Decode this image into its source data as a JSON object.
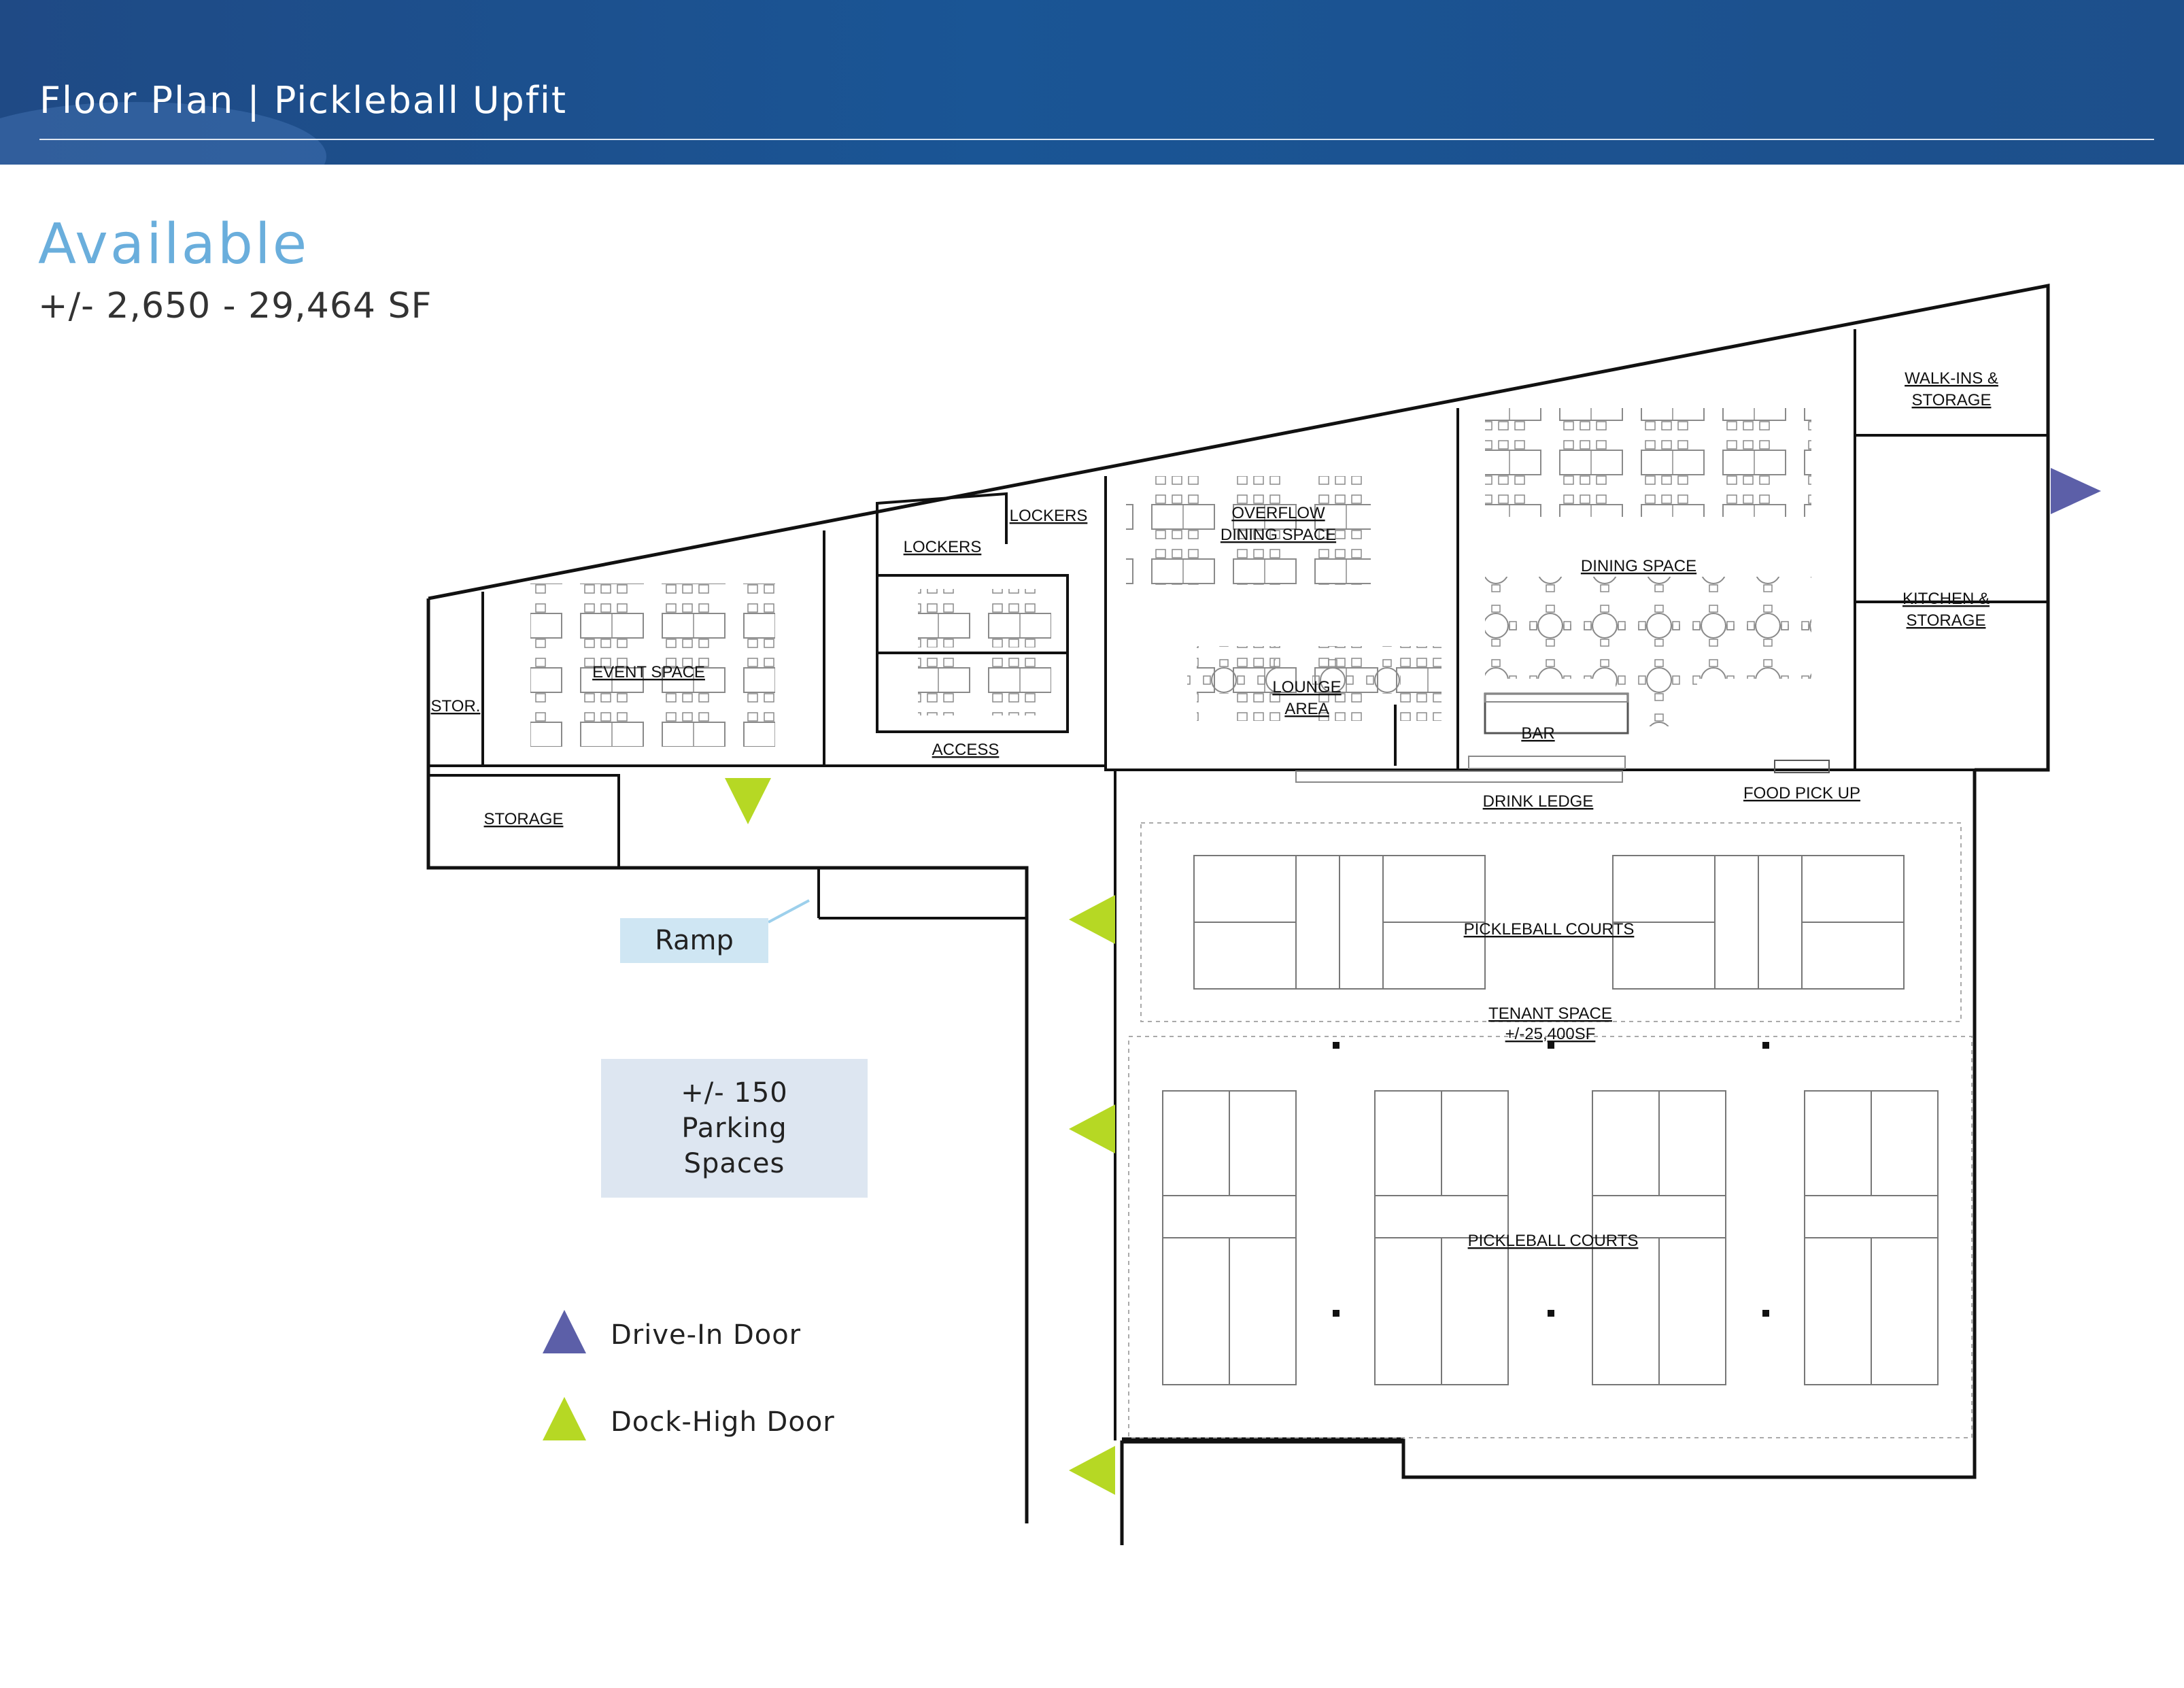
{
  "header": {
    "title": "Floor Plan | Pickleball Upfit"
  },
  "availability": {
    "heading": "Available",
    "square_footage": "+/- 2,650 - 29,464 SF"
  },
  "rooms": {
    "walkins": [
      "WALK-INS &",
      "STORAGE"
    ],
    "kitchen": [
      "KITCHEN &",
      "STORAGE"
    ],
    "lockers_upper": "LOCKERS",
    "lockers_lower": "LOCKERS",
    "overflow": [
      "OVERFLOW",
      "DINING SPACE"
    ],
    "dining": "DINING SPACE",
    "event": "EVENT SPACE",
    "lounge": [
      "LOUNGE",
      "AREA"
    ],
    "stor": "STOR.",
    "bar": "BAR",
    "access": "ACCESS",
    "storage": "STORAGE",
    "drink_ledge": "DRINK LEDGE",
    "food_pickup": "FOOD PICK UP",
    "courts_upper": "PICKLEBALL COURTS",
    "tenant": [
      "TENANT SPACE",
      "+/-25,400SF"
    ],
    "courts_lower": "PICKLEBALL COURTS"
  },
  "callouts": {
    "ramp": "Ramp",
    "parking": "+/- 150 Parking Spaces"
  },
  "legend": {
    "drive_in": "Drive-In Door",
    "dock_high": "Dock-High Door"
  },
  "colors": {
    "header_bg": "#1a5595",
    "accent_light_blue": "#6aaedc",
    "drive_in": "#5c5fa8",
    "dock_high": "#b6d824",
    "ramp_fill": "#cfe6f3",
    "parking_fill": "#dde6f1",
    "wall": "#111111"
  },
  "icons": {
    "drive_in_marker": "triangle-up",
    "dock_high_marker": "triangle-up"
  }
}
